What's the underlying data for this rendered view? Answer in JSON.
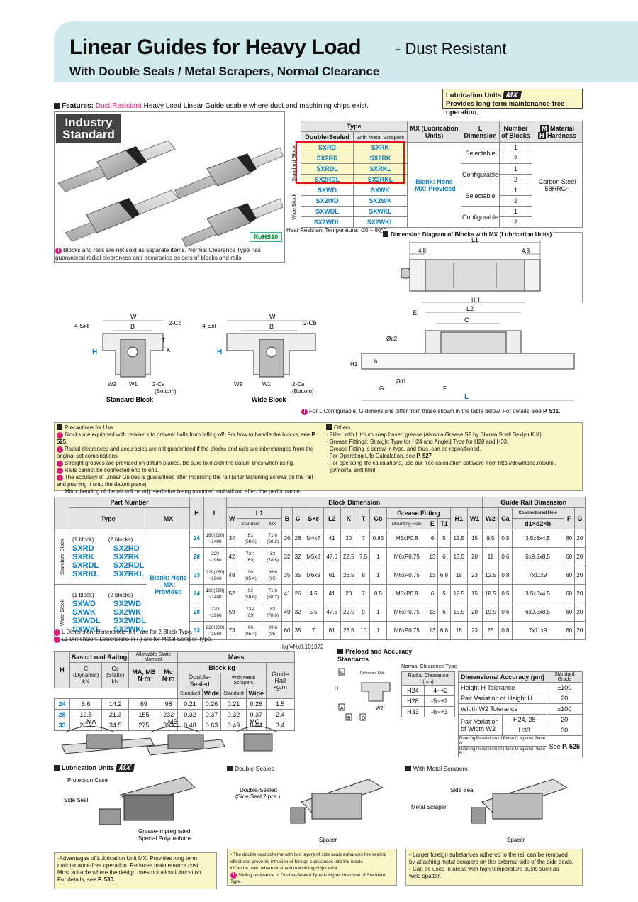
{
  "header": {
    "title": "Linear Guides for Heavy Load",
    "subtitle": "- Dust Resistant",
    "tagline": "With Double Seals / Metal Scrapers, Normal Clearance"
  },
  "lub_box": {
    "title": "Lubrication Units",
    "mx": "MX",
    "text": "Provides long term maintenance-free operation."
  },
  "features": {
    "label": "Features:",
    "highlight": "Dust Resistant",
    "text": " Heavy Load Linear Guide usable where dust and machining chips exist."
  },
  "industry": [
    "Industry",
    "Standard"
  ],
  "rohs": "RoHS10",
  "photo_note": "Blocks and rails are not sold as separate items. Normal Clearance Type has guaranteed radial clearances and accuracies as sets of blocks and rails.",
  "type_table": {
    "h_type": "Type",
    "h_double": "Double-Sealed",
    "h_metal": "With Metal Scrapers",
    "h_mx": "MX (Lubrication Units)",
    "h_ldim": "L Dimension",
    "h_blocks": "Number of Blocks",
    "h_material_m": "M",
    "h_material": "Material",
    "h_hardness_h": "H",
    "h_hardness": "Hardness",
    "std_label": "Standard Block",
    "wide_label": "Wide Block",
    "std_rows": [
      [
        "SXRD",
        "SXRK"
      ],
      [
        "SX2RD",
        "SX2RK"
      ],
      [
        "SXRDL",
        "SXRKL"
      ],
      [
        "SX2RDL",
        "SX2RKL"
      ]
    ],
    "wide_rows": [
      [
        "SXWD",
        "SXWK"
      ],
      [
        "SX2WD",
        "SX2WK"
      ],
      [
        "SXWDL",
        "SXWKL"
      ],
      [
        "SX2WDL",
        "SX2WKL"
      ]
    ],
    "mx_blank": "Blank: None",
    "mx_prov": "-MX: Provided",
    "selectable": "Selectable",
    "configurable": "Configurable",
    "one": "1",
    "two": "2",
    "material": "Carbon Steel",
    "hardness": "58HRC~",
    "heat_note": "Heat Resistant Temperature: -20 ~ 80°C"
  },
  "dim_mx": {
    "title": "Dimension Diagram of Blocks with MX (Lubrication Units)",
    "l1": "L1",
    "v48a": "4.8",
    "v48b": "4.8"
  },
  "diag_labels": {
    "w": "W",
    "b": "B",
    "sx": "4-Sxℓ",
    "cb": "2-Cb",
    "t": "T",
    "h": "H",
    "k": "K",
    "w2": "W2",
    "w1": "W1",
    "ca": "2-Ca",
    "bottom": "(Bottom)",
    "std": "Standard Block",
    "wide": "Wide Block",
    "l": "L",
    "l2": "L2",
    "e": "E",
    "c": "C",
    "d2": "Ød2",
    "d1": "Ød1",
    "h1": "H1",
    "h_small": "h",
    "g": "G",
    "f": "F"
  },
  "l_note": "For L Configurable, G dimensions differ from those shown in the table below. For details, see",
  "l_note_page": "P. 531.",
  "precautions": {
    "title": "Precautions for Use",
    "items": [
      "Blocks are equipped with retainers to prevent balls from falling off. For how to handle the blocks, see",
      "Radial clearances and accuracies are not guaranteed if the blocks and rails are interchanged from the original set combinations.",
      "Straight grooves are provided on datum planes. Be sure to match the datum lines when using.",
      "Rails cannot be connected end to end.",
      "The accuracy of Linear Guides is guaranteed after mounting the rail (after fastening screws on the rail and pushing it onto the datum plane).",
      "Minor bending of the rail will be adjusted after being mounted and will not affect the performance."
    ],
    "page1": "P. 525."
  },
  "others": {
    "title": "Others",
    "items": [
      "· Filled with Lithium soap based grease (Alvania Grease S2 by Showa Shell Sekiyu K.K).",
      "· Grease Fittings: Straight Type for H24 and Angled Type for H28 and H33.",
      "· Grease Fitting is screw-in type, and thus, can be repositioned.",
      "· For Operating Life Calculation, see",
      "· For operating life calculations, use our free calculation software from http://download.misumi.",
      "  jp/mol/fa_soft.html."
    ],
    "page": "P. 527"
  },
  "main_table": {
    "h_part": "Part Number",
    "h_type": "Type",
    "h_mx": "MX",
    "h_h": "H",
    "h_l": "L",
    "h_block": "Block Dimension",
    "h_rail": "Guide Rail Dimension",
    "h_w": "W",
    "h_l1": "L1",
    "h_std": "Standard",
    "h_mxs": "MX",
    "h_b": "B",
    "h_c": "C",
    "h_sx": "S×ℓ",
    "h_l2": "L2",
    "h_k": "K",
    "h_t": "T",
    "h_cb": "Cb",
    "h_grease": "Grease Fitting",
    "h_mount": "Mounting Hole",
    "h_e": "E",
    "h_t1": "T1",
    "h_h1": "H1",
    "h_w1": "W1",
    "h_w2": "W2",
    "h_ca": "Ca",
    "h_cbore": "Counterbored Hole",
    "h_dxd": "d1×d2×h",
    "h_f": "F",
    "h_g": "G",
    "one_block": "(1 block)",
    "two_blocks": "(2 blocks)",
    "std_label": "Standard Block",
    "wide_label": "Wide Block",
    "std_types": [
      [
        "SXRD",
        "SX2RD"
      ],
      [
        "SXRK",
        "SX2RK"
      ],
      [
        "SXRDL",
        "SX2RDL"
      ],
      [
        "SXRKL",
        "SX2RKL"
      ]
    ],
    "wide_types": [
      [
        "SXWD",
        "SX2WD"
      ],
      [
        "SXWK",
        "SX2WK"
      ],
      [
        "SXWDL",
        "SX2WDL"
      ],
      [
        "SXWKL",
        "SX2WKL"
      ]
    ],
    "mx_blank": "Blank: None",
    "mx_prov": "-MX: Provided",
    "rows": [
      [
        "24",
        "160(220)\n~1480",
        "34",
        "62\n(58.6)",
        "71.6\n(68.2)",
        "26",
        "26",
        "M4x7",
        "41",
        "20",
        "7",
        "0.85",
        "M5xP0.8",
        "6",
        "5",
        "12.5",
        "15",
        "9.5",
        "0.5",
        "3.5x6x4.5",
        "60",
        "20"
      ],
      [
        "28",
        "220\n~1960",
        "42",
        "73.4\n(69)",
        "83\n(78.6)",
        "32",
        "32",
        "M5x8",
        "47.6",
        "22.5",
        "7.5",
        "1",
        "M6xP0.75",
        "13",
        "6",
        "15.5",
        "20",
        "11",
        "0.6",
        "6x9.5x8.5",
        "60",
        "20"
      ],
      [
        "33",
        "220(280)\n~1960",
        "48",
        "90\n(85.4)",
        "99.6\n(95)",
        "35",
        "35",
        "M6x9",
        "61",
        "26.5",
        "8",
        "1",
        "M6xP0.75",
        "13",
        "6.8",
        "18",
        "23",
        "12.5",
        "0.8",
        "7x11x9",
        "60",
        "20"
      ],
      [
        "24",
        "160(220)\n~1480",
        "52",
        "62\n(58.6)",
        "71.6\n(68.2)",
        "41",
        "26",
        "4.5",
        "41",
        "20",
        "7",
        "0.5",
        "M5xP0.8",
        "6",
        "5",
        "12.5",
        "15",
        "18.5",
        "0.5",
        "3.5x6x4.5",
        "60",
        "20"
      ],
      [
        "28",
        "220\n~1960",
        "59",
        "73.4\n(69)",
        "83\n(78.6)",
        "49",
        "32",
        "5.5",
        "47.6",
        "22.5",
        "9",
        "1",
        "M6xP0.75",
        "13",
        "6",
        "15.5",
        "20",
        "19.5",
        "0.6",
        "6x9.5x8.5",
        "60",
        "20"
      ],
      [
        "33",
        "220(280)\n~1960",
        "73",
        "90\n(85.4)",
        "99.6\n(95)",
        "60",
        "35",
        "7",
        "61",
        "26.5",
        "10",
        "1",
        "M6xP0.75",
        "13",
        "6.8",
        "18",
        "23",
        "25",
        "0.8",
        "7x11x9",
        "60",
        "20"
      ]
    ],
    "note1": "L Dimension: Dimensions in ( ) are for 2-Block Type.",
    "note2": "L1 Dimension: Dimensions in ( ) are for Metal Scraper Type."
  },
  "kgf": "kgf=Nx0.101972",
  "load_table": {
    "h_h": "H",
    "h_basic": "Basic Load Rating",
    "h_allow": "Allowable Static Moment",
    "h_mass": "Mass",
    "h_c": "C (Dynamic)",
    "h_co": "Co (Static)",
    "h_kn": "kN",
    "h_mamb": "MA, MB",
    "h_mc": "Mc",
    "h_nm": "N·m",
    "h_blockkg": "Block kg",
    "h_ds": "Double-Sealed",
    "h_wm": "With Metal Scrapers",
    "h_std": "Standard",
    "h_wide": "Wide",
    "h_rail": "Guide Rail",
    "h_kgm": "kg/m",
    "rows": [
      [
        "24",
        "8.6",
        "14.2",
        "69",
        "98",
        "0.21",
        "0.26",
        "0.21",
        "0.26",
        "1.5"
      ],
      [
        "28",
        "12.5",
        "21.3",
        "155",
        "232",
        "0.32",
        "0.37",
        "0.32",
        "0.37",
        "2.4"
      ],
      [
        "33",
        "20.2",
        "34.5",
        "275",
        "393",
        "0.48",
        "0.63",
        "0.49",
        "0.64",
        "3.4"
      ]
    ],
    "ma": "MA",
    "mb": "MB",
    "mc": "MC"
  },
  "preload": {
    "title": "Preload and Accuracy Standards",
    "ref": "Reference Side",
    "sub": "Normal Clearance Type",
    "h_rad": "Radial Clearance (µm)",
    "rows": [
      [
        "H24",
        "-4~+2"
      ],
      [
        "H28",
        "-5~+2"
      ],
      [
        "H33",
        "-6~+3"
      ]
    ],
    "h_dim": "Dimensional Accuracy (µm)",
    "h_grade": "Standard Grade",
    "acc": [
      [
        "Height H Tolerance",
        "±100"
      ],
      [
        "Pair Variation of Height H",
        "20"
      ],
      [
        "Width W2 Tolerance",
        "±100"
      ]
    ],
    "pair_w": "Pair Variation of Width W2",
    "pair_rows": [
      [
        "H24, 28",
        "20"
      ],
      [
        "H33",
        "30"
      ]
    ],
    "run_a": "Running Parallelism of Plane C against Plane A",
    "run_b": "Running Parallelism of Plane D against Plane B",
    "see": "See",
    "see_page": "P. 525",
    "c": "C",
    "a": "A",
    "b": "B",
    "d": "D",
    "h": "H",
    "w2": "W2"
  },
  "bottom": {
    "lub_title": "Lubrication Units",
    "mx": "MX",
    "prot": "Protection Case",
    "side_seal": "Side Seal",
    "grease": "Grease-impregnated",
    "poly": "Special Polyurethane",
    "ds_title": "Double-Sealed",
    "ds_label1": "Double-Sealed",
    "ds_label2": "(Side Seal 2 pcs.)",
    "spacer": "Spacer",
    "wm_title": "With Metal Scrapers",
    "wm_side": "Side Seal",
    "wm_metal": "Metal Scraper",
    "wm_spacer": "Spacer",
    "note_lub": [
      "·Advantages of Lubrication Unit MX: Provides long term",
      " maintenance-free operation. Reduces maintenance cost.",
      " Most suitable where the design does not allow lubrication.",
      " For details, see"
    ],
    "note_lub_page": "P. 530.",
    "note_ds": [
      "• The double seal scheme with two layers of side seals enhances the sealing",
      "  effect and prevents intrusion of foreign substances into the block.",
      "• Can be used where dust and machining chips exist.",
      "Sliding resistance of Double-Sealed Type is higher than that of Standard Type."
    ],
    "note_wm": [
      "• Larger foreign substances adhered to the rail can be removed",
      "  by attaching metal scrapers on the external side of the side seals.",
      "• Can be used in areas with high temperature dusts such as",
      "  weld spatter."
    ]
  },
  "colors": {
    "accent": "#0a7cc0",
    "pink": "#e0157c",
    "header_bg": "#cfe9ec",
    "note_bg": "#fbf6c6",
    "red_box": "#e0161e"
  }
}
